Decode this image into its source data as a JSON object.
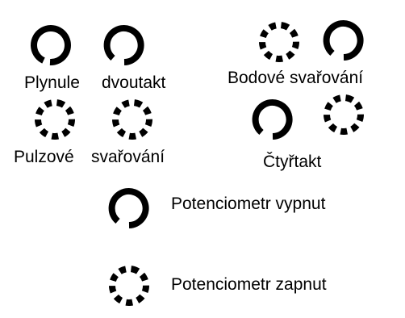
{
  "modes": {
    "plynule": {
      "label": "Plynule",
      "icon_style": "solid"
    },
    "dvoutakt": {
      "label": "dvoutakt",
      "icon_style": "solid"
    },
    "bodove": {
      "label": "Bodové svařování",
      "icon_style": "dashed-and-solid"
    },
    "pulzove": {
      "label": "Pulzové",
      "icon_style": "dashed"
    },
    "pulzove_svar": {
      "label": "svařování",
      "icon_style": "dashed"
    },
    "ctyrtakt": {
      "label": "Čtyřtakt",
      "icon_style": "solid-and-dashed"
    }
  },
  "legend": {
    "off": {
      "label": "Potenciometr vypnut",
      "icon": "ring-solid-icon"
    },
    "on": {
      "label": "Potenciometr zapnut",
      "icon": "ring-dashed-icon"
    }
  },
  "colors": {
    "ink": "#000000",
    "background": "#ffffff"
  }
}
